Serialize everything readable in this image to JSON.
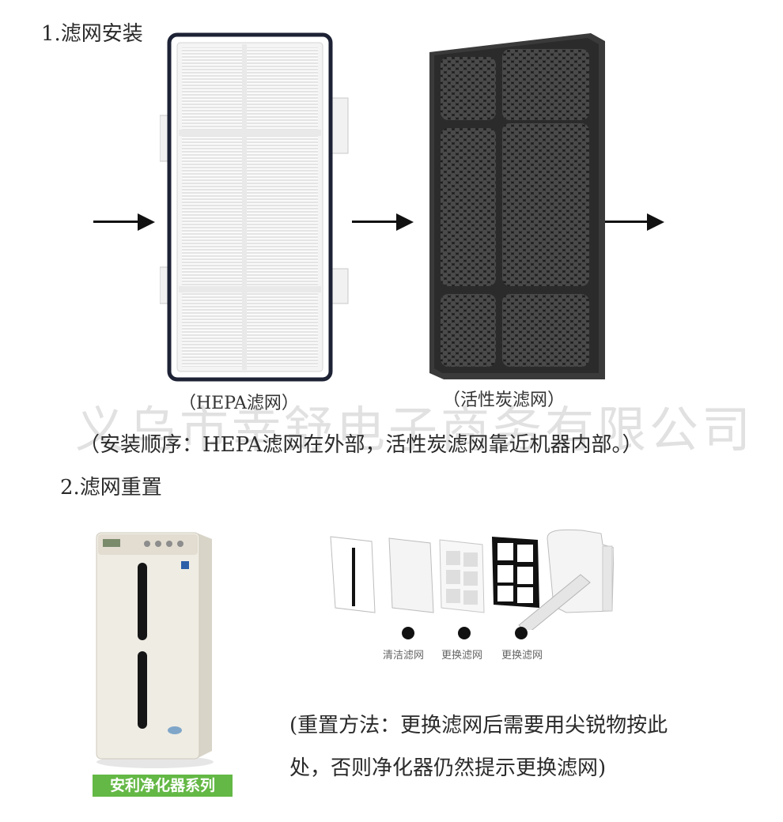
{
  "section1": {
    "heading": "1.滤网安装",
    "hepa_caption": "（HEPA滤网）",
    "carbon_caption": "（活性炭滤网）",
    "order_note": "（安装顺序：HEPA滤网在外部，活性炭滤网靠近机器内部。）"
  },
  "watermark": "义乌市幸舒电子商务有限公司",
  "section2": {
    "heading": "2.滤网重置",
    "steps": [
      {
        "label": "清洁滤网"
      },
      {
        "label": "更换滤网"
      },
      {
        "label": "更换滤网"
      }
    ],
    "reset_note_line1": "(重置方法：更换滤网后需要用尖锐物按此",
    "reset_note_line2": "处，否则净化器仍然提示更换滤网)",
    "series_badge": "安利净化器系列"
  },
  "colors": {
    "badge_green": "#64b845",
    "carbon_dark": "#2b2b2b",
    "hepa_border": "#1d2235"
  }
}
